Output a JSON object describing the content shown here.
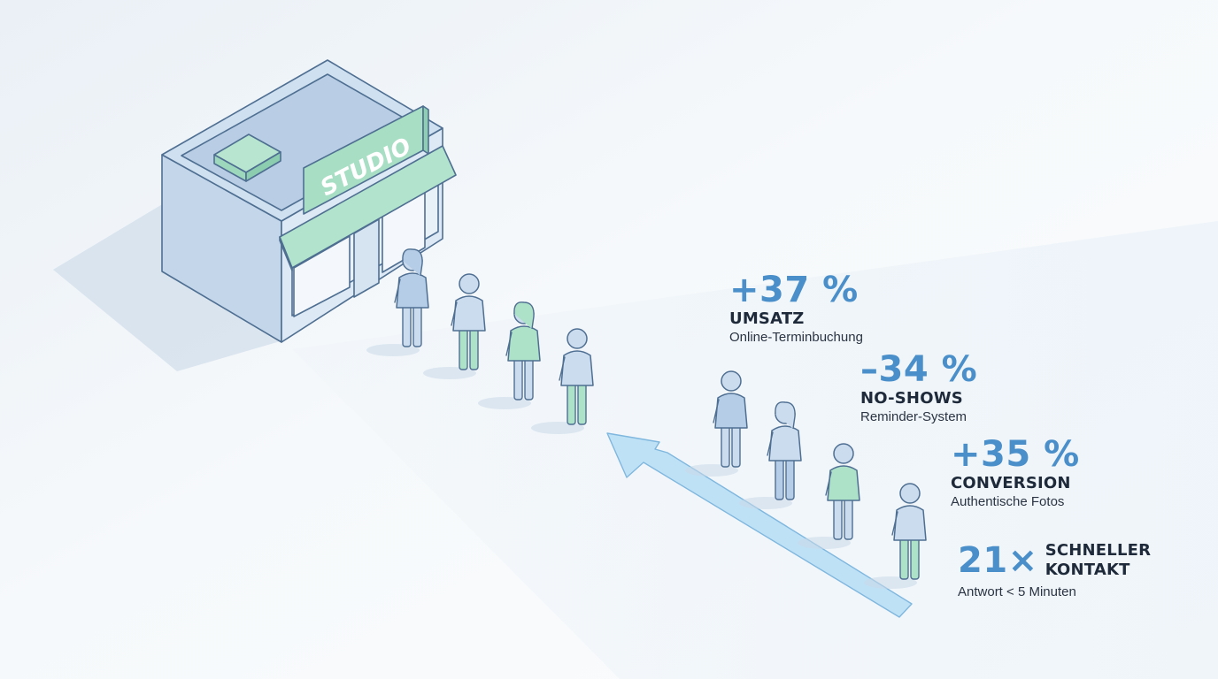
{
  "store": {
    "sign": "STUDIO"
  },
  "colors": {
    "accent": "#4a8fc9",
    "text_dark": "#1e2a3a",
    "building": "#bcd3ea",
    "green": "#a9e0c6",
    "arrow": "#b8dcf4"
  },
  "stats": [
    {
      "value": "+37 %",
      "label": "UMSATZ",
      "sub": "Online-Terminbuchung"
    },
    {
      "value": "–34 %",
      "label": "NO-SHOWS",
      "sub": "Reminder-System"
    },
    {
      "value": "+35 %",
      "label": "CONVERSION",
      "sub": "Authentische Fotos"
    },
    {
      "value": "21×",
      "label_line1": "SCHNELLER",
      "label_line2": "KONTAKT",
      "sub": "Antwort < 5 Minuten"
    }
  ]
}
